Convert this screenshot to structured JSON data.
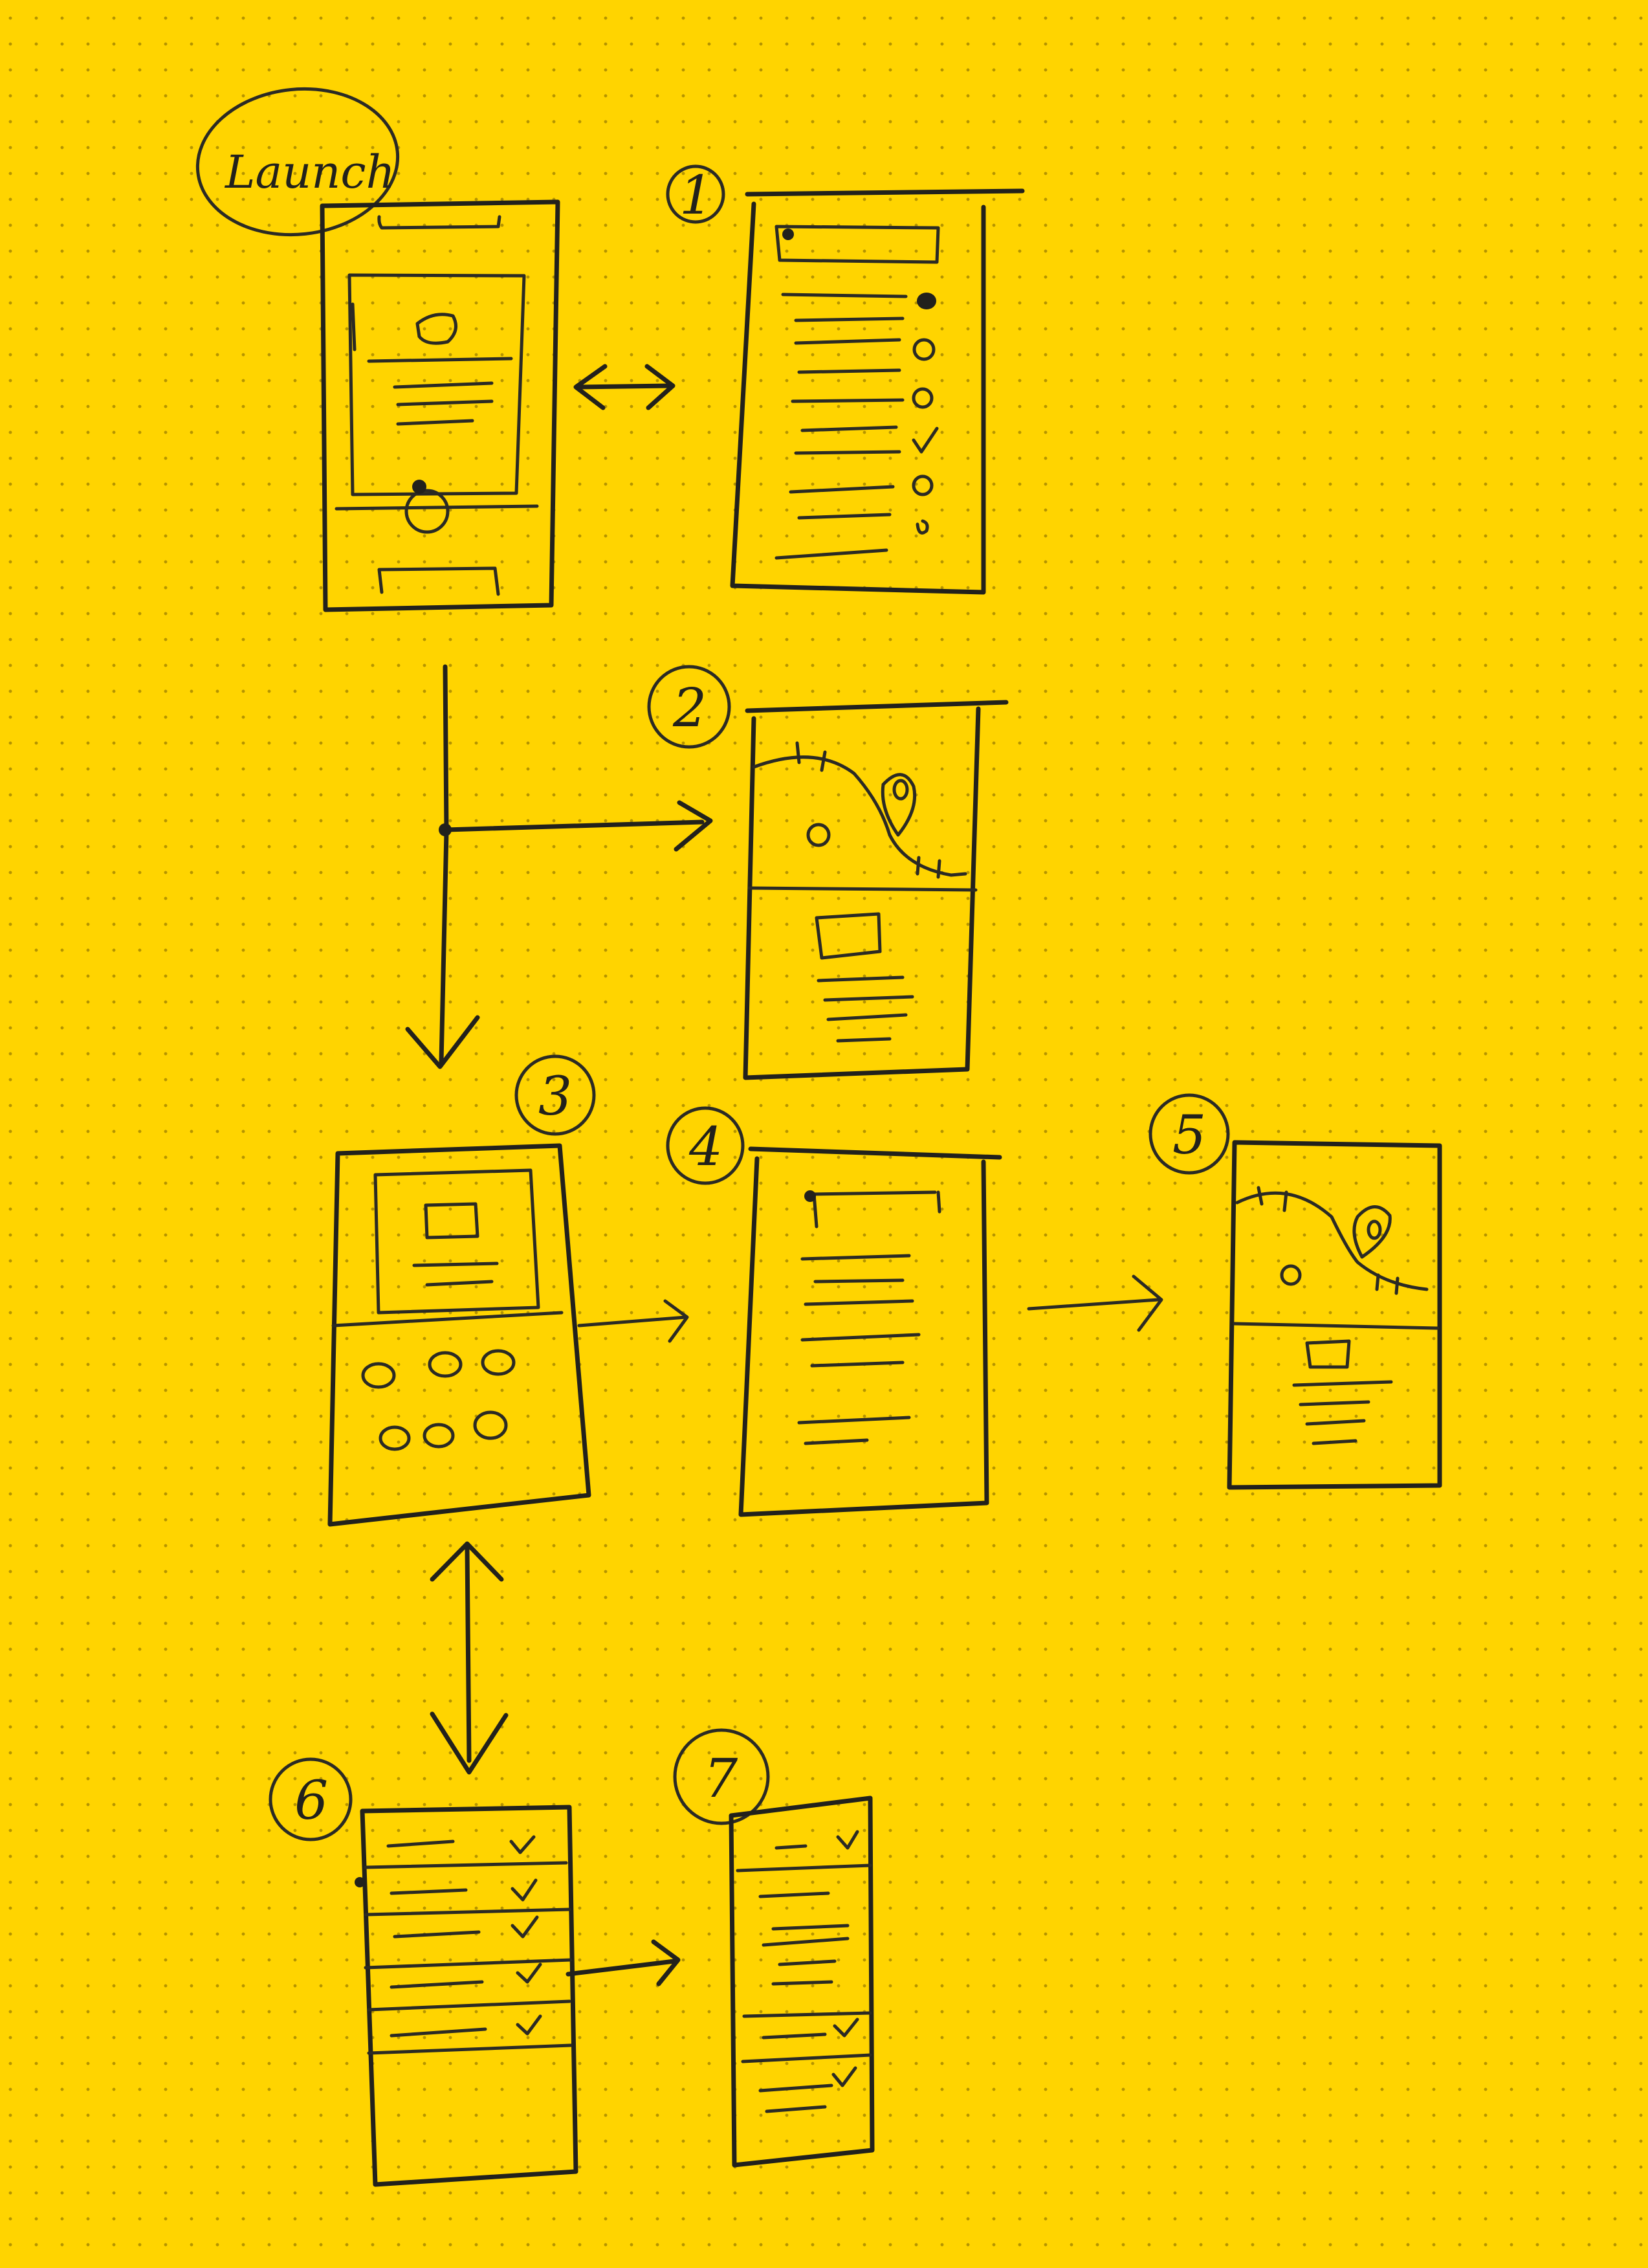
{
  "diagram": {
    "ink_color": "#22211c",
    "paper_color": "#FFD400",
    "nodes": [
      {
        "id": "launch",
        "label": "Launch"
      },
      {
        "id": "s1",
        "label": "1"
      },
      {
        "id": "s2",
        "label": "2"
      },
      {
        "id": "s3",
        "label": "3"
      },
      {
        "id": "s4",
        "label": "4"
      },
      {
        "id": "s5",
        "label": "5"
      },
      {
        "id": "s6",
        "label": "6"
      },
      {
        "id": "s7",
        "label": "7"
      }
    ],
    "edges": [
      {
        "from": "launch",
        "to": "s1",
        "style": "bidirectional"
      },
      {
        "from": "launch",
        "to": "s2",
        "style": "directed"
      },
      {
        "from": "launch",
        "to": "s3",
        "style": "directed"
      },
      {
        "from": "s3",
        "to": "s4",
        "style": "directed"
      },
      {
        "from": "s4",
        "to": "s5",
        "style": "directed"
      },
      {
        "from": "s3",
        "to": "s6",
        "style": "bidirectional"
      },
      {
        "from": "s6",
        "to": "s7",
        "style": "directed"
      }
    ]
  }
}
